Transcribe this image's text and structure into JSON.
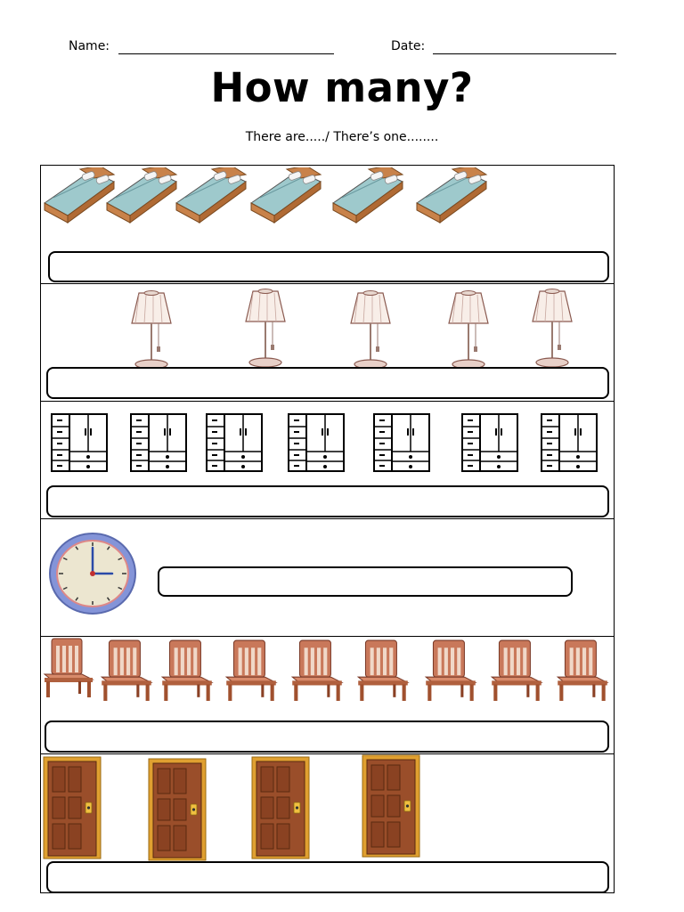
{
  "header": {
    "name_label": "Name:",
    "date_label": "Date:"
  },
  "title": "How many?",
  "subtitle": "There are...../ There’s one........",
  "rows": [
    {
      "item": "bed-icon",
      "count": 6
    },
    {
      "item": "lamp-icon",
      "count": 5
    },
    {
      "item": "wardrobe-icon",
      "count": 7
    },
    {
      "item": "clock-icon",
      "count": 1
    },
    {
      "item": "chair-icon",
      "count": 9
    },
    {
      "item": "door-icon",
      "count": 4
    }
  ],
  "colors": {
    "bed_sheet": "#9ec9cc",
    "bed_frame": "#c8824a",
    "lamp_shade": "#f8eee8",
    "lamp_outline": "#8a5a50",
    "chair": "#c9785a",
    "door": "#9a4e2a",
    "door_frame": "#e0a030",
    "clock_rim": "#7f8fd6"
  }
}
